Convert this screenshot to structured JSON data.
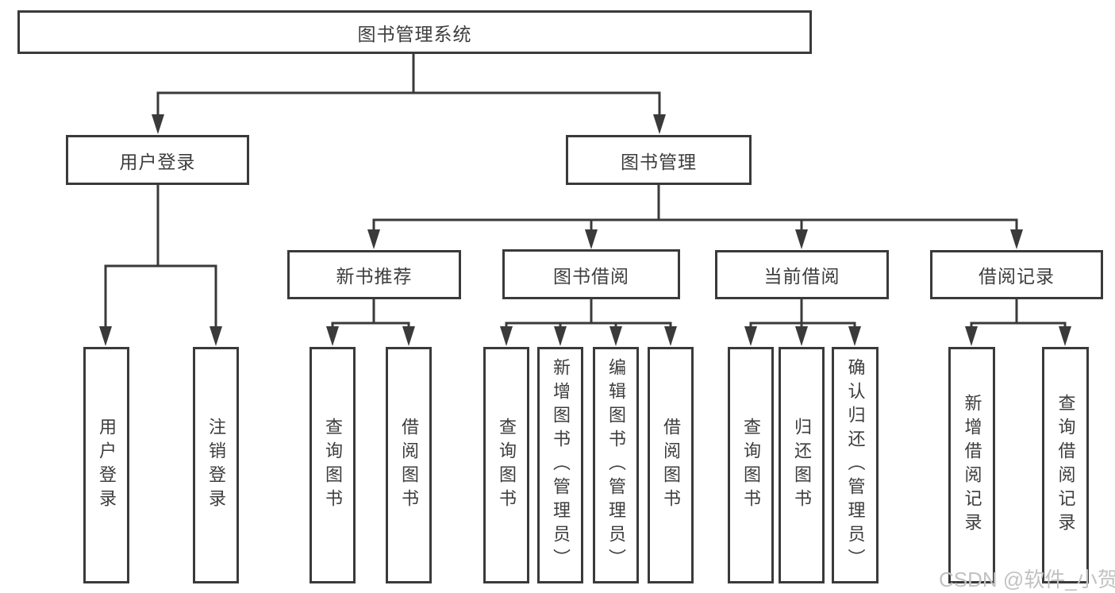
{
  "diagram": {
    "type": "org-tree",
    "colors": {
      "line": "#3a3a3a",
      "box_border": "#3a3a3a",
      "text": "#3d3d3d",
      "background": "#ffffff",
      "watermark": "#c2c2c2"
    },
    "nodes": {
      "root": "图书管理系统",
      "user_login": "用户登录",
      "book_mgmt": "图书管理",
      "new_book_rec": "新书推荐",
      "book_borrow": "图书借阅",
      "current_borrow": "当前借阅",
      "borrow_record": "借阅记录",
      "leaf_user_login": "用户登录",
      "leaf_logout": "注销登录",
      "leaf_nbr_query": "查询图书",
      "leaf_nbr_borrow": "借阅图书",
      "leaf_bb_query": "查询图书",
      "leaf_bb_add": "新增图书（管理员）",
      "leaf_bb_edit": "编辑图书（管理员）",
      "leaf_bb_borrow": "借阅图书",
      "leaf_cb_query": "查询图书",
      "leaf_cb_return": "归还图书",
      "leaf_cb_confirm": "确认归还（管理员）",
      "leaf_br_add": "新增借阅记录",
      "leaf_br_query": "查询借阅记录"
    },
    "hierarchy": {
      "图书管理系统": {
        "用户登录": [
          "用户登录",
          "注销登录"
        ],
        "图书管理": {
          "新书推荐": [
            "查询图书",
            "借阅图书"
          ],
          "图书借阅": [
            "查询图书",
            "新增图书（管理员）",
            "编辑图书（管理员）",
            "借阅图书"
          ],
          "当前借阅": [
            "查询图书",
            "归还图书",
            "确认归还（管理员）"
          ],
          "借阅记录": [
            "新增借阅记录",
            "查询借阅记录"
          ]
        }
      }
    },
    "watermark": "CSDN @软件_小贺同学"
  }
}
